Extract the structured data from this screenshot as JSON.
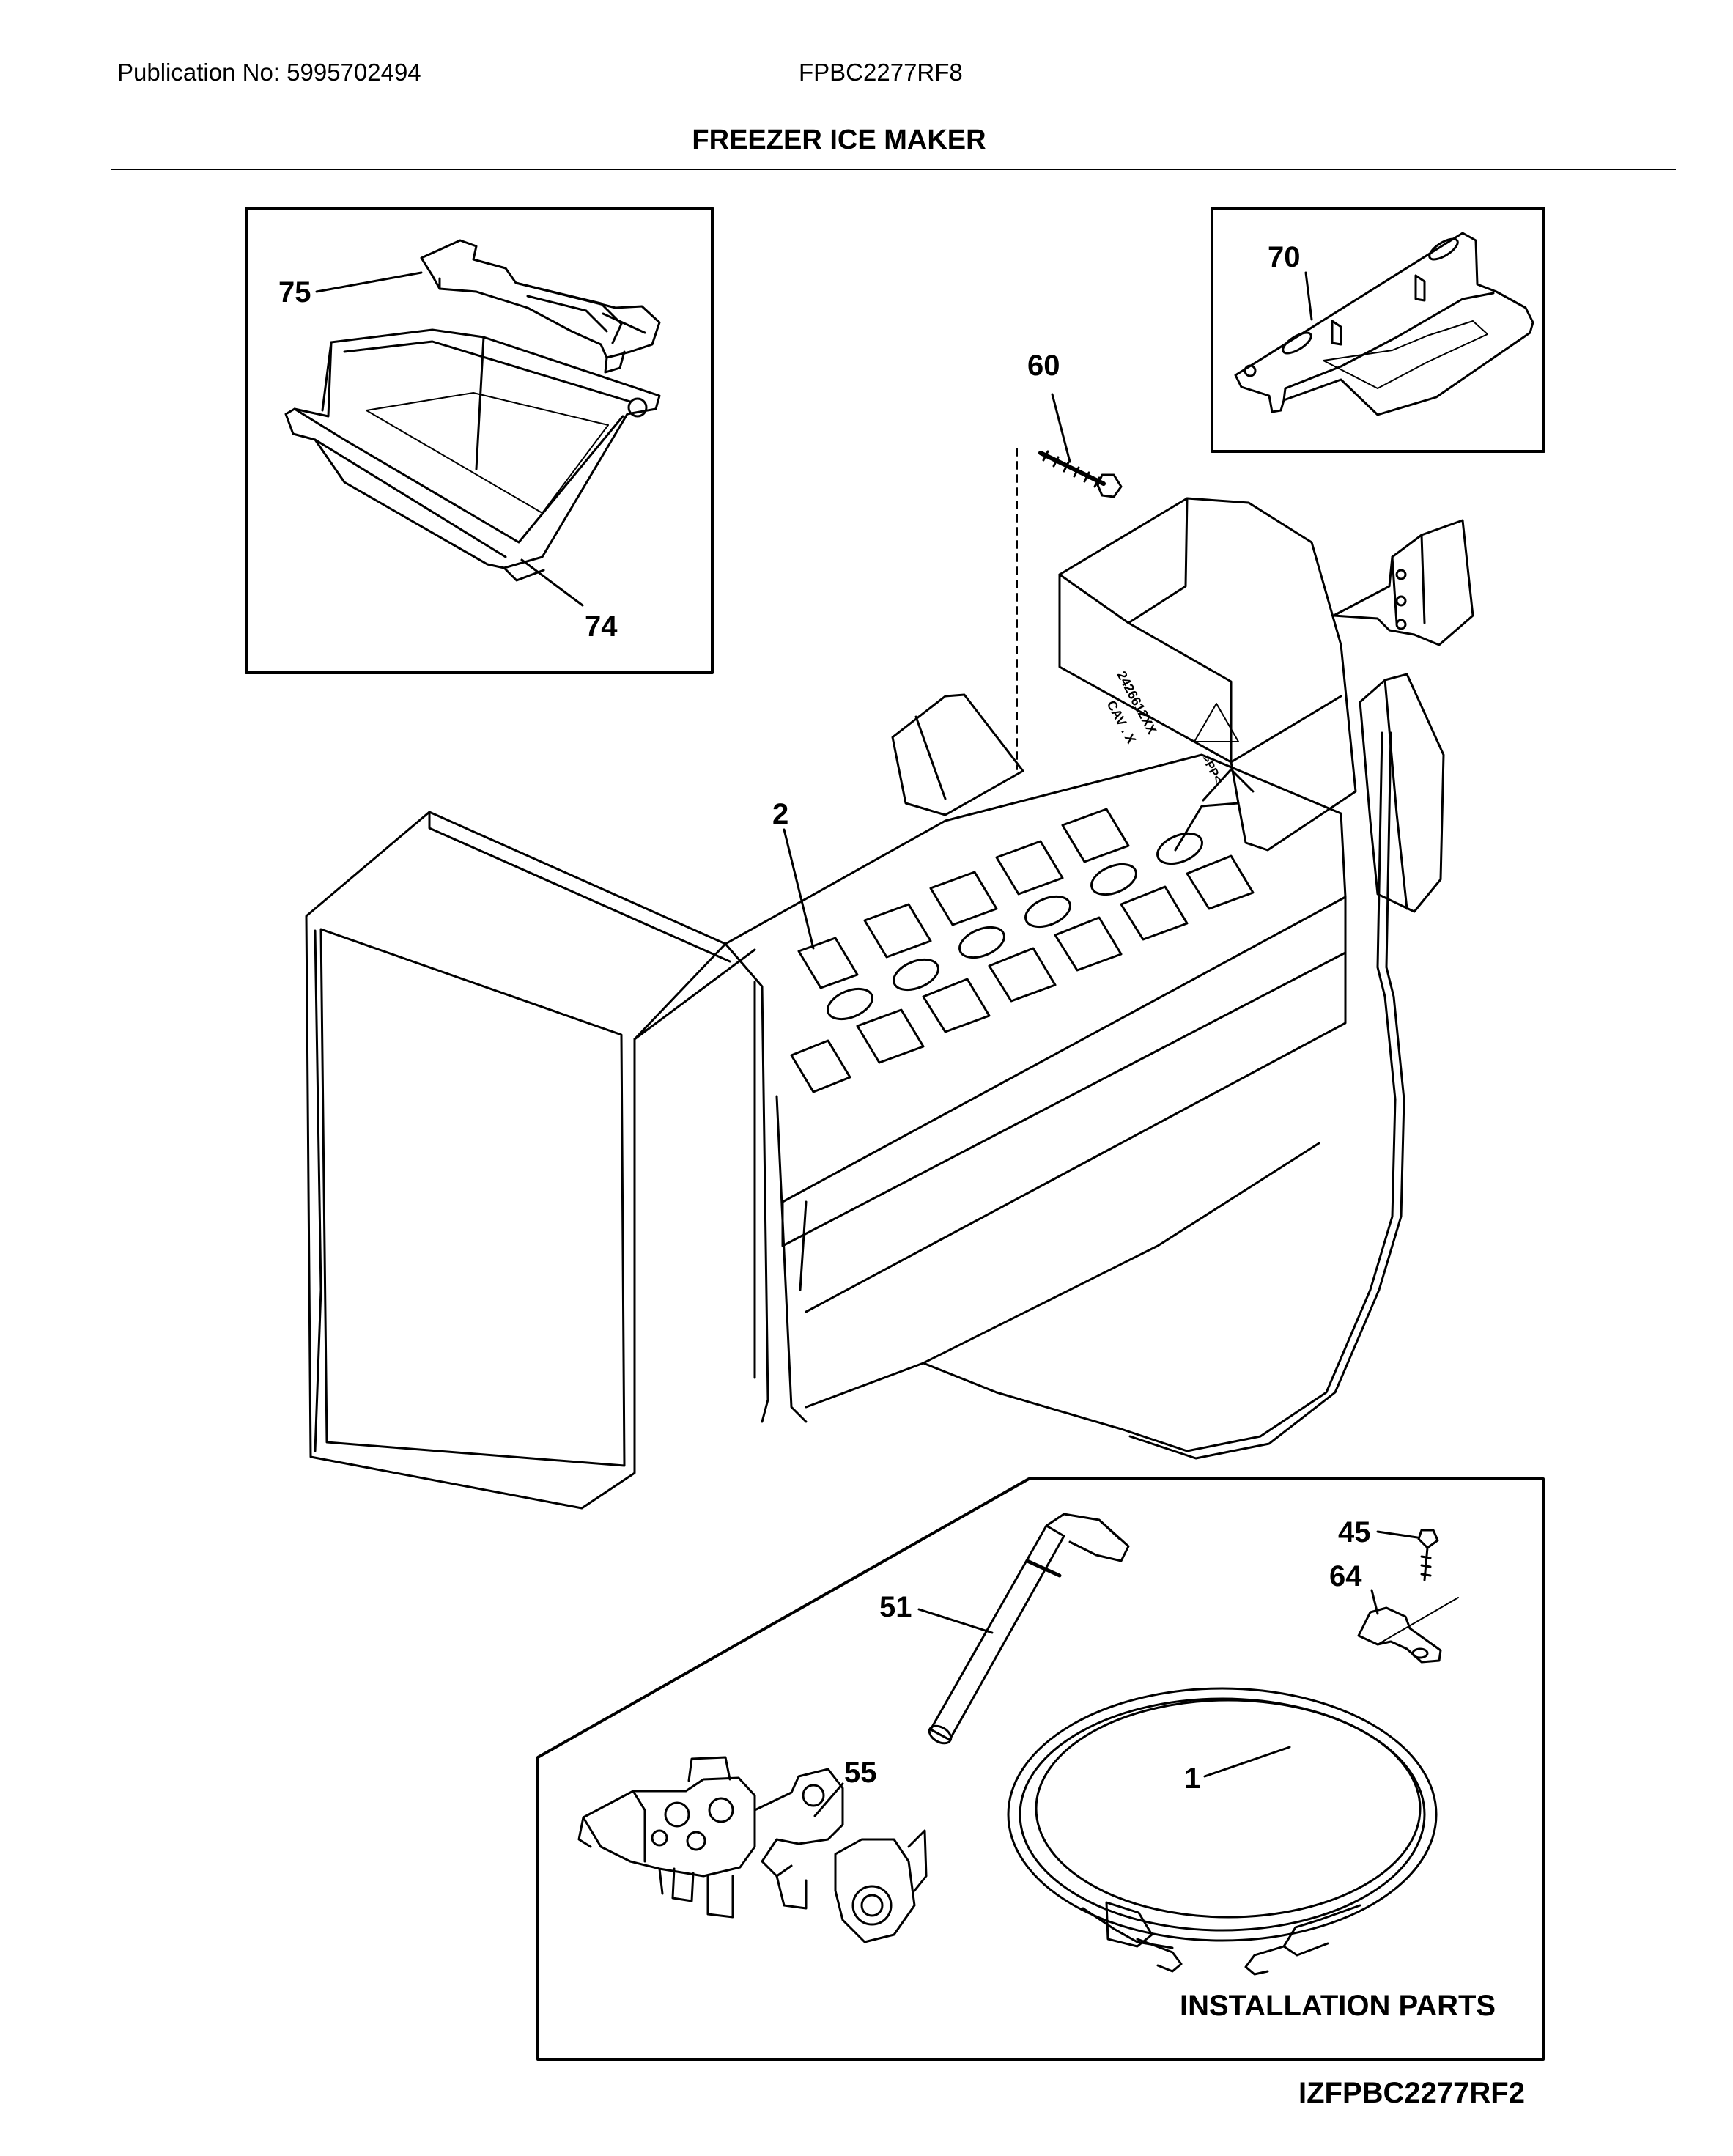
{
  "header": {
    "publication": "Publication No: 5995702494",
    "model": "FPBC2277RF8"
  },
  "title": "FREEZER ICE MAKER",
  "callouts": {
    "c75": "75",
    "c74": "74",
    "c70": "70",
    "c60": "60",
    "c2": "2",
    "c45": "45",
    "c64": "64",
    "c51": "51",
    "c55": "55",
    "c1": "1"
  },
  "mold_marking": {
    "line1": "2426612XX",
    "line2": "CAV . X",
    "recycle": ">PP<"
  },
  "installation_kit_title": "INSTALLATION PARTS",
  "figure_code": "IZFPBC2277RF2"
}
